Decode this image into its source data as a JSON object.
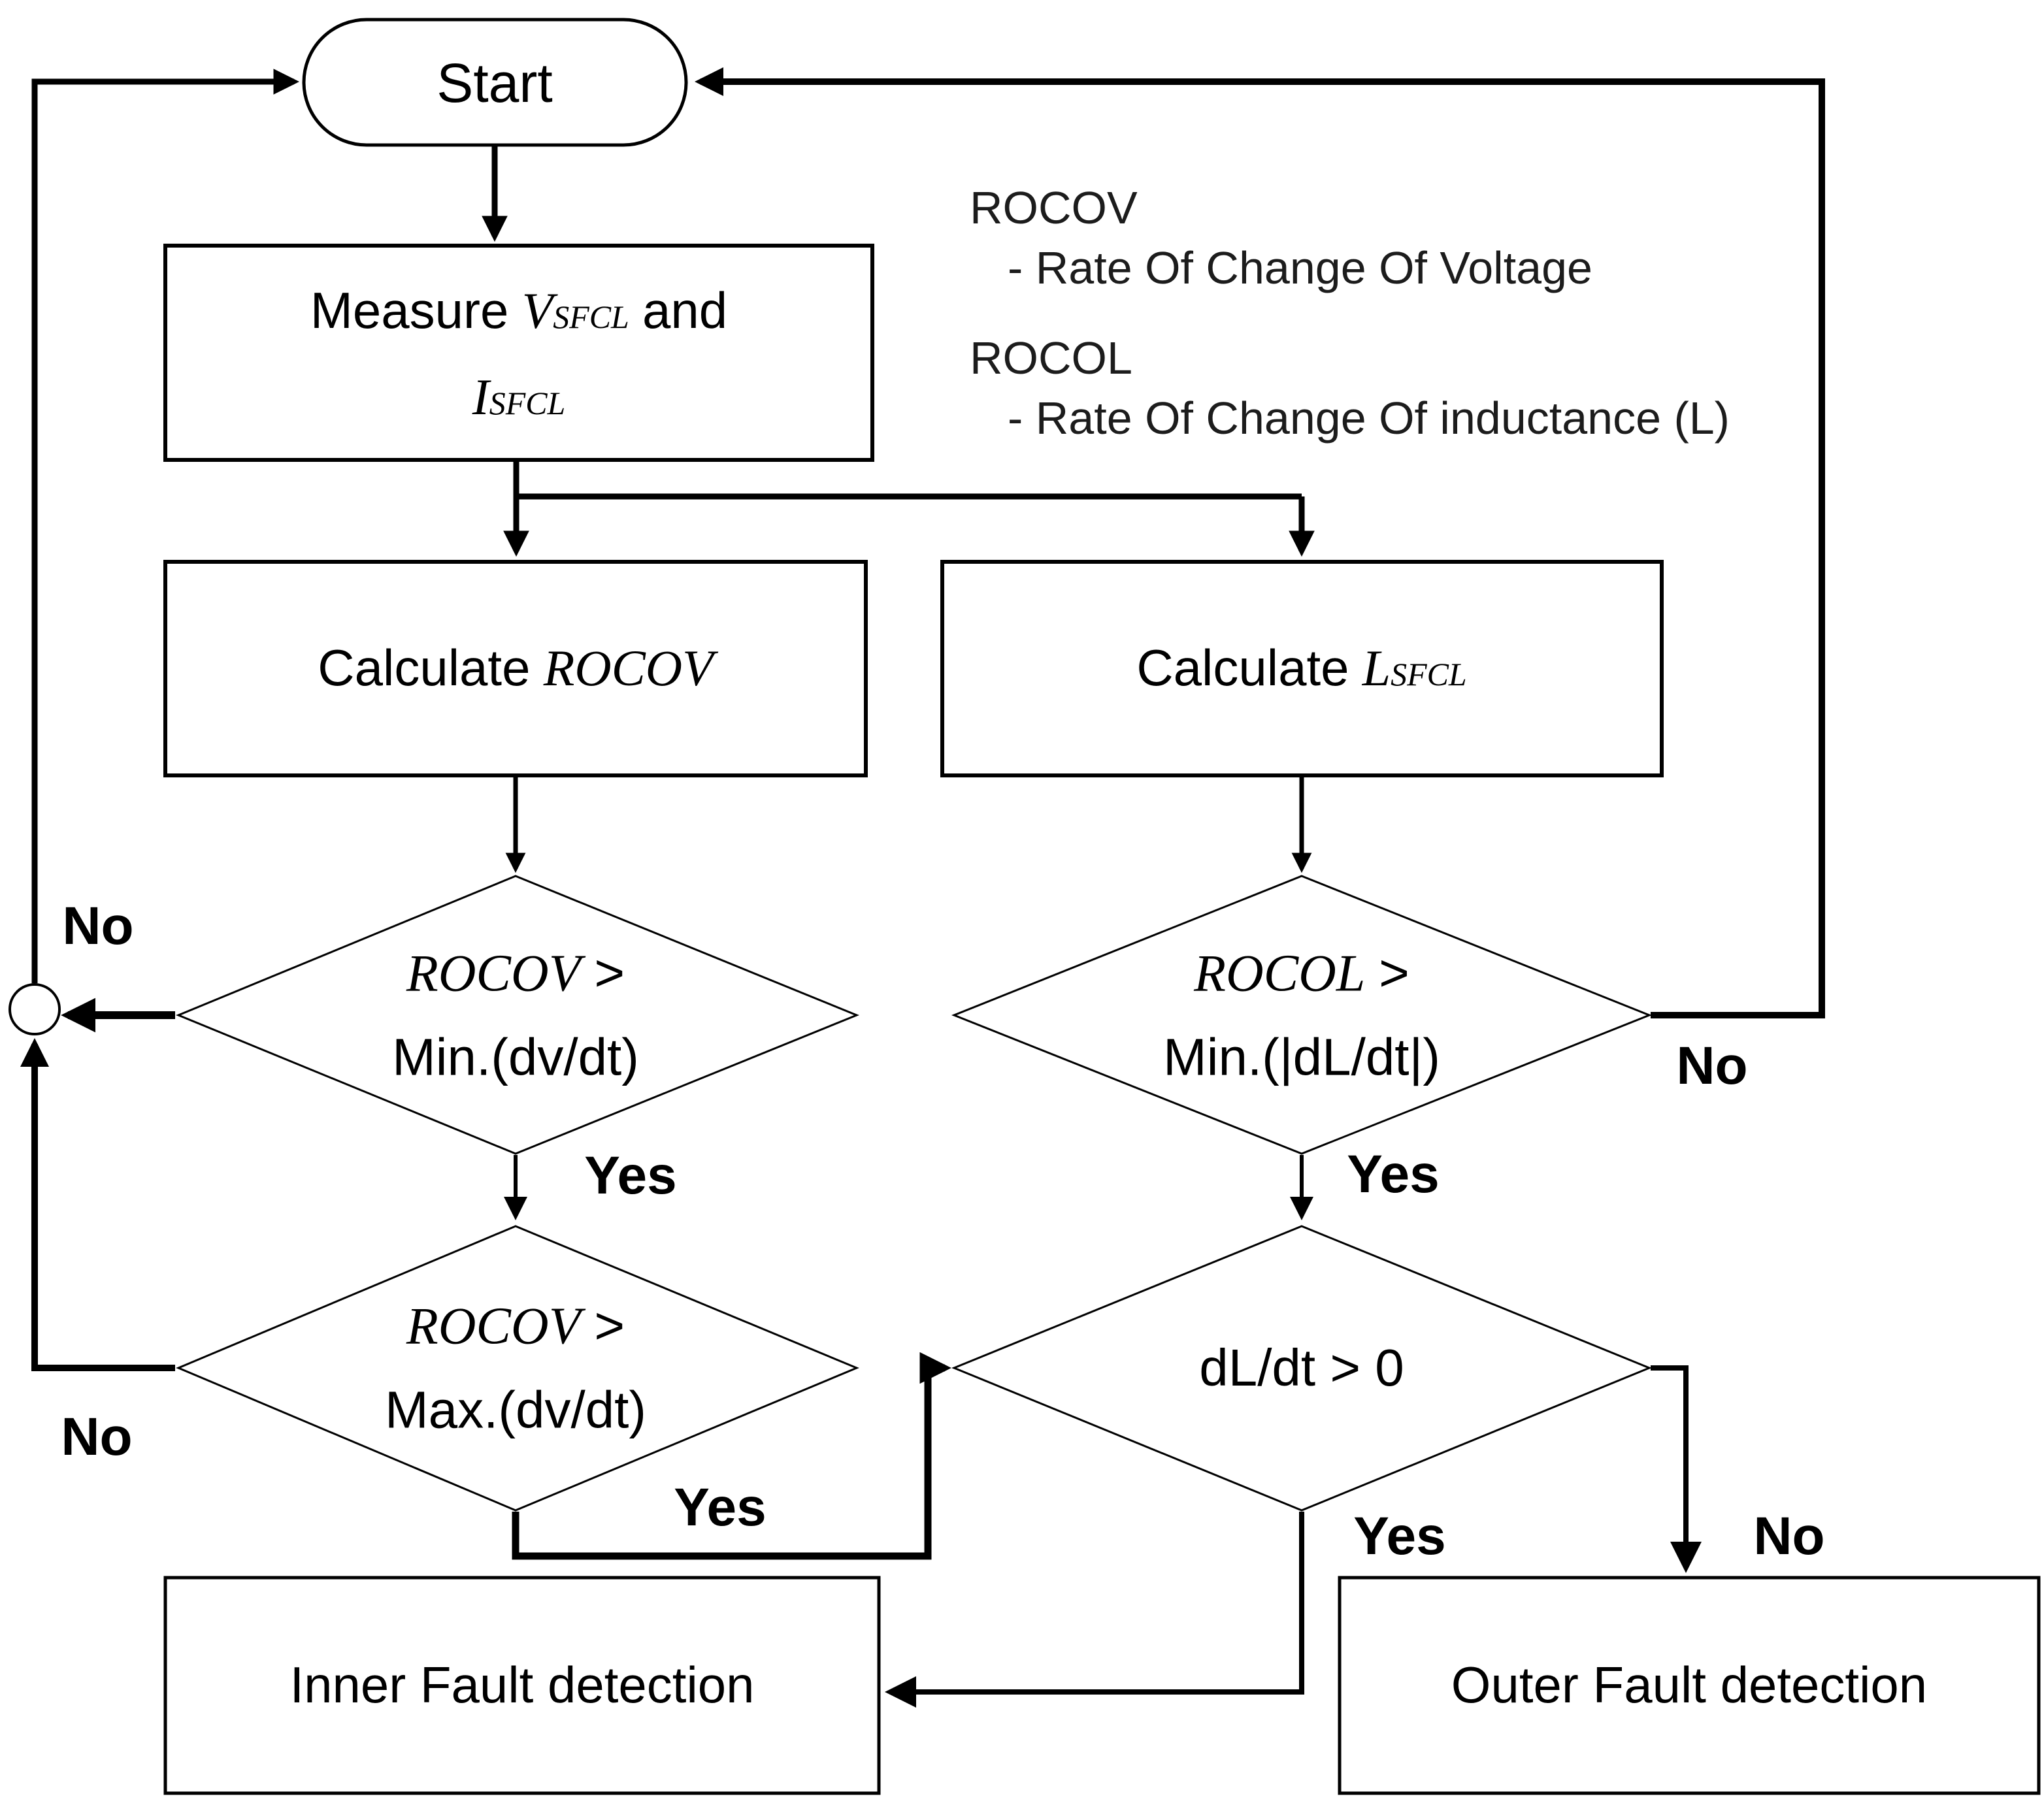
{
  "nodes": {
    "start": {
      "label": "Start"
    },
    "measure": {
      "prefix": "Measure",
      "var1": "V",
      "sub1": "SFCL",
      "conj": "and",
      "var2": "I",
      "sub2": "SFCL"
    },
    "calc_rocov": {
      "prefix": "Calculate",
      "var": "ROCOV"
    },
    "calc_l": {
      "prefix": "Calculate",
      "var": "L",
      "sub": "SFCL"
    },
    "decision_rocov_min": {
      "line1_var": "ROCOV",
      "line1_op": ">",
      "line2": "Min.(dv/dt)"
    },
    "decision_rocol_min": {
      "line1_var": "ROCOL",
      "line1_op": ">",
      "line2": "Min.(|dL/dt|)"
    },
    "decision_rocov_max": {
      "line1_var": "ROCOV",
      "line1_op": ">",
      "line2": "Max.(dv/dt)"
    },
    "decision_dldt": {
      "line1": "dL/dt > 0"
    },
    "inner_fault": {
      "label": "Inner Fault detection"
    },
    "outer_fault": {
      "label": "Outer Fault detection"
    }
  },
  "edge_labels": {
    "no_rocov_min": "No",
    "no_rocol_min": "No",
    "no_rocov_max": "No",
    "no_dldt": "No",
    "yes_rocov_min": "Yes",
    "yes_rocol_min": "Yes",
    "yes_rocov_max": "Yes",
    "yes_dldt": "Yes"
  },
  "legend": {
    "items": [
      {
        "term": "ROCOV",
        "definition": "- Rate Of Change Of Voltage"
      },
      {
        "term": "ROCOL",
        "definition": "- Rate Of Change Of inductance (L)"
      }
    ]
  },
  "colors": {
    "line": "#000000",
    "background": "#ffffff",
    "text": "#000000"
  }
}
